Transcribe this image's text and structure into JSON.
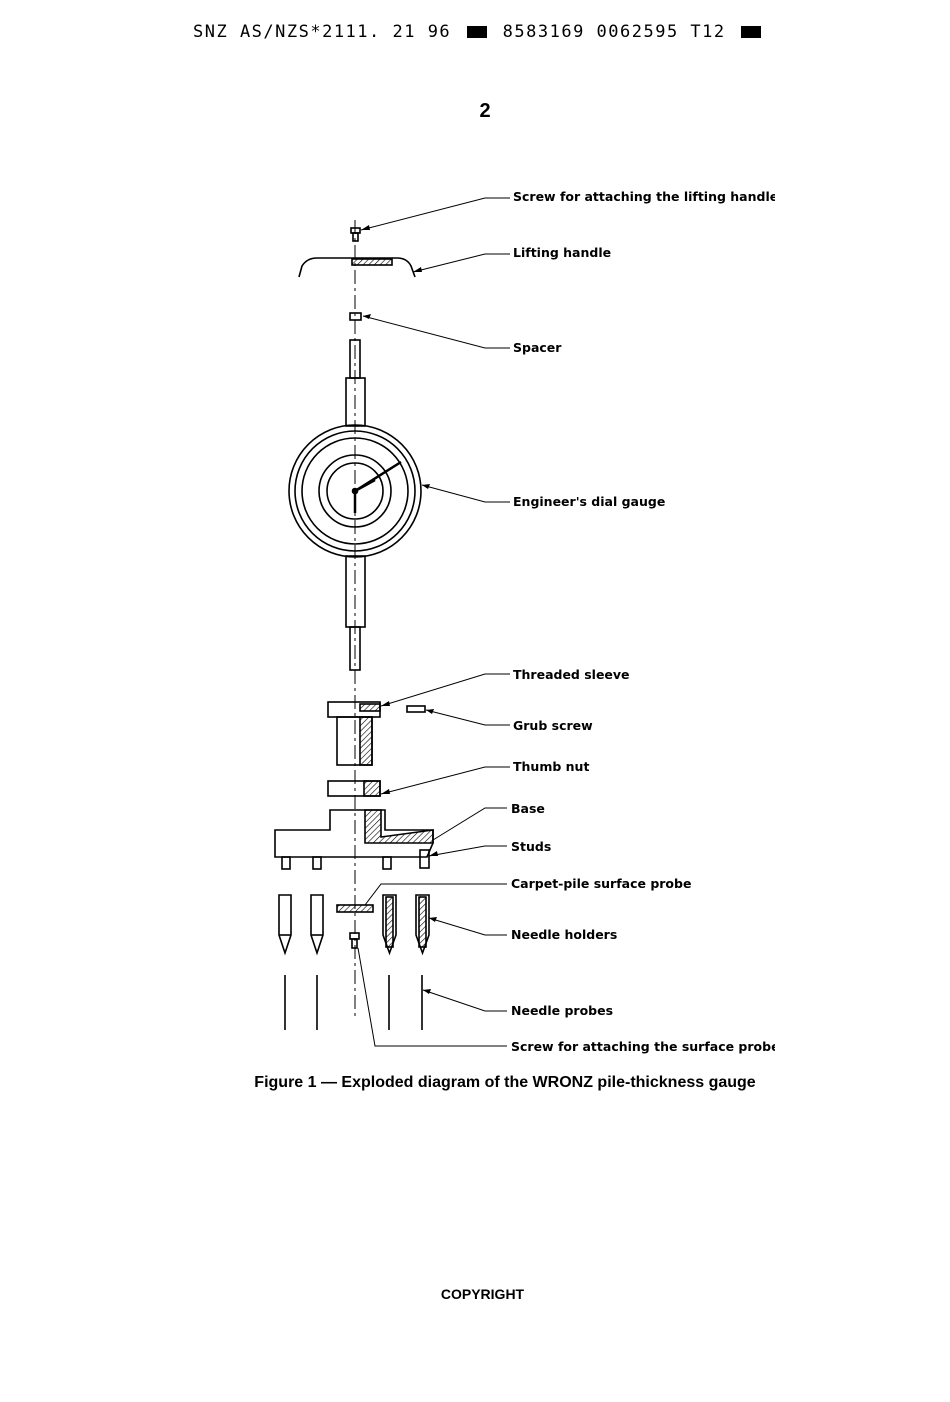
{
  "header": {
    "doc_id": "SNZ AS/NZS*2111. 21 96",
    "codes": "8583169 0062595 T12"
  },
  "page_number": "2",
  "figure": {
    "labels": {
      "screw_handle": "Screw for attaching the lifting handle",
      "lifting_handle": "Lifting handle",
      "spacer": "Spacer",
      "dial_gauge": "Engineer's dial gauge",
      "threaded_sleeve": "Threaded sleeve",
      "grub_screw": "Grub screw",
      "thumb_nut": "Thumb nut",
      "base": "Base",
      "studs": "Studs",
      "surface_probe": "Carpet-pile surface probe",
      "needle_holders": "Needle holders",
      "needle_probes": "Needle probes",
      "screw_probe": "Screw for attaching the surface probe"
    },
    "caption": "Figure 1 — Exploded diagram of the WRONZ pile-thickness gauge"
  },
  "footer": "COPYRIGHT"
}
